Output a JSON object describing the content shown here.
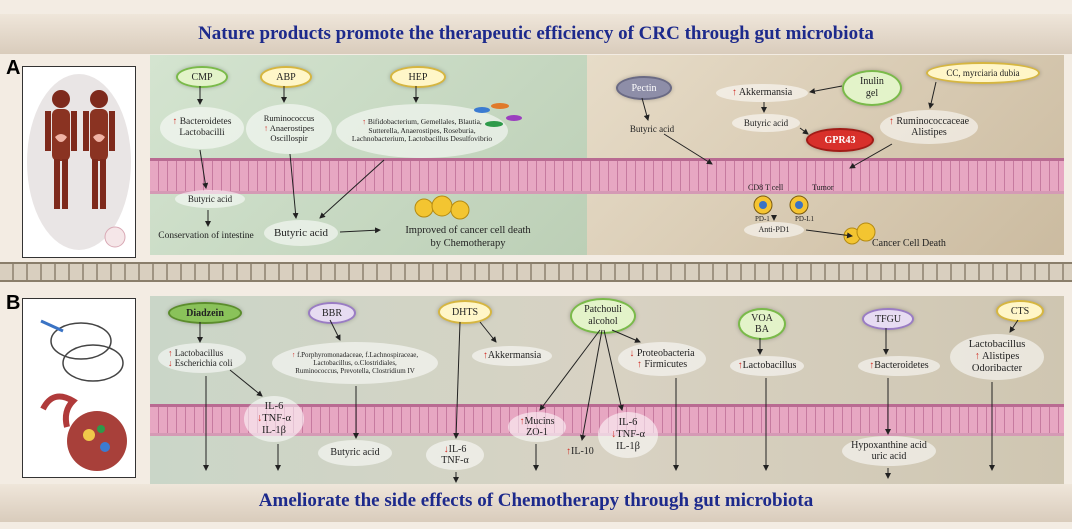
{
  "title_top": "Nature products promote the therapeutic efficiency of CRC through gut microbiota",
  "title_bottom": "Ameliorate the side effects of Chemotherapy through gut microbiota",
  "panel_a_label": "A",
  "panel_b_label": "B",
  "panel_a": {
    "cmp": {
      "tag": "CMP",
      "effect": "Bacteroidetes Lactobacilli",
      "arrow": "↑"
    },
    "abp": {
      "tag": "ABP",
      "line1": "Ruminococcus",
      "line2": "Anaerostipes",
      "line3": "Oscillospir",
      "arrow": "↑"
    },
    "hep": {
      "tag": "HEP",
      "line1": "Bifidobacterium, Gemellales, Blautia,",
      "line2": "Sutterella, Anaerostipes, Roseburia,",
      "line3": "Lachnobacterium, Lactobacillus Desulfovibrio",
      "arrow": "↑"
    },
    "butyric_small": "Butyric acid",
    "conservation": "Conservation of intestine",
    "butyric_big": "Butyric acid",
    "improved_line1": "Improved of cancer cell death",
    "improved_line2": "by Chemotherapy",
    "pectin": {
      "tag": "Pectin",
      "effect": "Butyric acid"
    },
    "inulin": {
      "tag_line1": "Inulin",
      "tag_line2": "gel",
      "effect": "Akkermansia",
      "arrow": "↑"
    },
    "butyric_mid": "Butyric acid",
    "gpr43": "GPR43",
    "cc": {
      "tag": "CC, myrciaria dubia",
      "line1": "Ruminococcaceae",
      "line2": "Alistipes",
      "arrow": "↑"
    },
    "cd8": "CD8",
    "tcell": "T cell",
    "tumor": "Tumor",
    "pd1": "PD-1",
    "pdl1": "PD-L1",
    "anti_pd1": "Anti-PD1",
    "cancer_death": "Cancer Cell Death"
  },
  "panel_b": {
    "diadzein": {
      "tag": "Diadzein",
      "line1": "Lactobacillus",
      "line2": "Escherichia coli"
    },
    "il_left": {
      "l1": "IL-6",
      "l2": "TNF-α",
      "l3": "IL-1β"
    },
    "bbr": {
      "tag": "BBR",
      "line1": "f.Porphyromonadaceae, f.Lachnospiraceae,",
      "line2": "Lactobacillus, o.Clostridiales,",
      "line3": "Ruminococcus, Prevotella, Clostridium IV"
    },
    "butyric": "Butyric acid",
    "dhts": {
      "tag": "DHTS",
      "effect": "Akkermansia",
      "l1": "IL-6",
      "l2": "TNF-α"
    },
    "patchouli": {
      "tag_line1": "Patchouli",
      "tag_line2": "alcohol",
      "line1": "Proteobacteria",
      "line2": "Firmicutes",
      "mucins": "Mucins",
      "zo1": "ZO-1",
      "il10": "IL-10",
      "l1": "IL-6",
      "l2": "TNF-α",
      "l3": "IL-1β"
    },
    "voa": {
      "tag_line1": "VOA",
      "tag_line2": "BA",
      "effect": "Lactobacillus"
    },
    "tfgu": {
      "tag": "TFGU",
      "effect": "Bacteroidetes",
      "hyp1": "Hypoxanthine acid",
      "hyp2": "uric acid"
    },
    "cts": {
      "tag": "CTS",
      "line1": "Lactobacillus",
      "line2": "Alistipes",
      "line3": "Odoribacter"
    }
  },
  "arrows": {
    "up": "↑",
    "down": "↓"
  }
}
